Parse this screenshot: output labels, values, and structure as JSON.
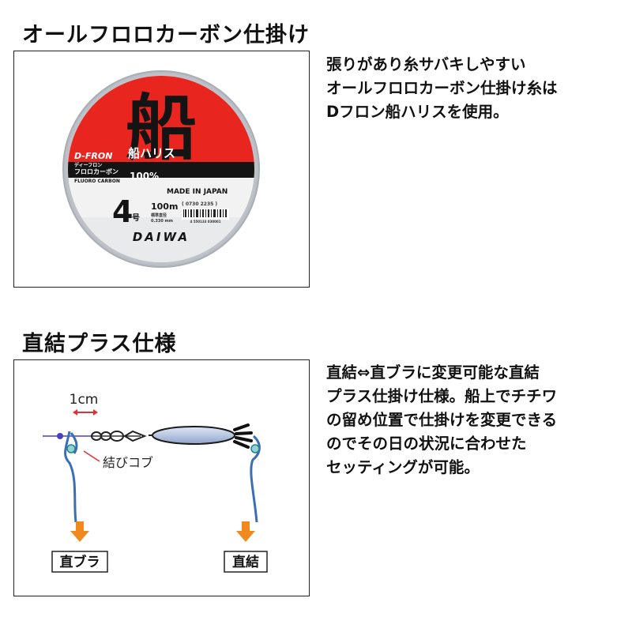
{
  "section1": {
    "heading": "オールフロロカーボン仕掛け",
    "description_lines": [
      "張りがあり糸サバキしやすい",
      "オールフロロカーボン仕掛け糸は",
      "Dフロン船ハリスを使用。"
    ],
    "spool": {
      "brand_top": "D-FRON",
      "brand_kana": "ディーフロン",
      "kanji": "船",
      "product": "船ハリス",
      "length_big": "100m",
      "material_jp": "フロロカーボン",
      "material_en": "FLUORO CARBON",
      "percent": "100%",
      "made_in": "MADE IN JAPAN",
      "size": "4",
      "size_unit": "号",
      "length_small": "100m",
      "diameter_label": "標準直径",
      "diameter": "0.330 mm",
      "code": "( 0730 2235 )",
      "barcode": "4 550133 030001",
      "maker": "DAIWA",
      "colors": {
        "red": "#e8261f",
        "black": "#141414",
        "silver": "#c9ccd1"
      }
    }
  },
  "section2": {
    "heading": "直結プラス仕様",
    "description_lines": [
      "直結⇔直ブラに変更可能な直結",
      "プラス仕掛け仕様。船上でチチワ",
      "の留め位置で仕掛けを変更できる",
      "のでその日の状況に合わせた",
      "セッティングが可能。"
    ],
    "diagram": {
      "dimension_label": "1cm",
      "callout_label": "結びコブ",
      "left_label": "直ブラ",
      "right_label": "直結",
      "colors": {
        "line": "#3a6fb5",
        "arrow": "#f08a1e",
        "dimension": "#e0303a",
        "knot": "#7a6fd8"
      }
    }
  }
}
